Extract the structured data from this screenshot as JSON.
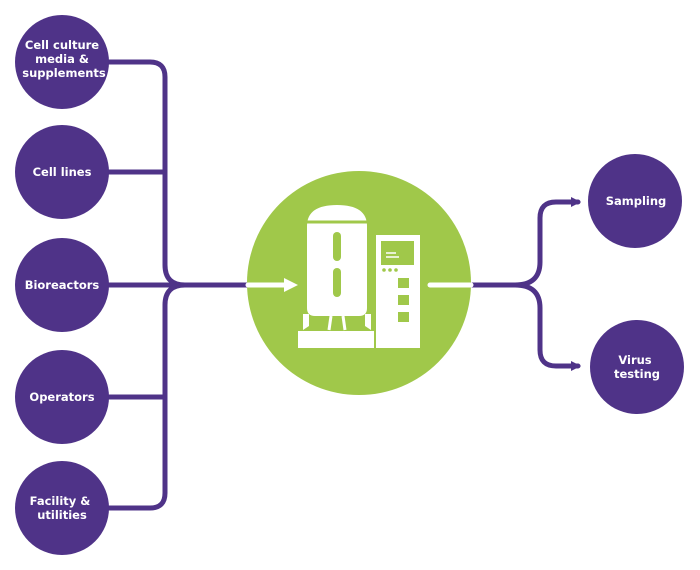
{
  "colors": {
    "purple": "#4f3388",
    "green": "#a0c84a",
    "white": "#ffffff",
    "background": "#ffffff"
  },
  "inputs": [
    {
      "label_lines": [
        "Cell culture",
        "media &",
        "supplements"
      ]
    },
    {
      "label_lines": [
        "Cell lines"
      ]
    },
    {
      "label_lines": [
        "Bioreactors"
      ]
    },
    {
      "label_lines": [
        "Operators"
      ]
    },
    {
      "label_lines": [
        "Facility &",
        "utilities"
      ]
    }
  ],
  "outputs": [
    {
      "label_lines": [
        "Sampling"
      ]
    },
    {
      "label_lines": [
        "Virus",
        "testing"
      ]
    }
  ],
  "center": {
    "icon": "bioreactor-icon"
  }
}
